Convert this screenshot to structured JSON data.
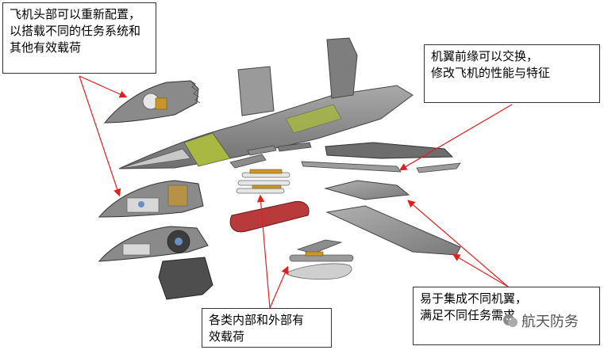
{
  "callouts": {
    "nose": "飞机头部可以重新配置，\n以搭载不同的任务系统和\n其他有效载荷",
    "leading_edge": "机翼前缘可以交换，\n修改飞机的性能与特征",
    "wings": "易于集成不同机翼，\n满足不同任务需求",
    "payloads": "各类内部和外部有\n效载荷"
  },
  "watermark": "航天防务",
  "colors": {
    "panel_fill": "#8c8c8c",
    "panel_dark": "#5f5f5f",
    "panel_light": "#b8b8b8",
    "accent_green": "#a8b840",
    "payload_red": "#b83a3a",
    "payload_gold": "#c8962a",
    "arrow_red": "#e02020"
  }
}
